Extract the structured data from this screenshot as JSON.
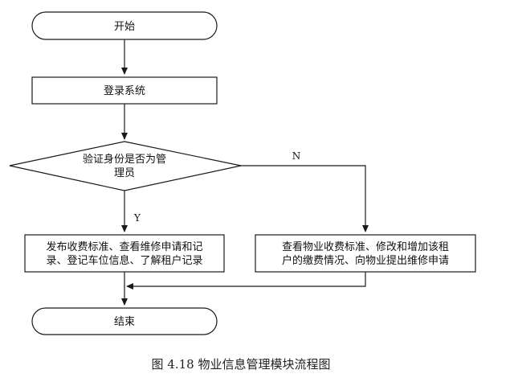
{
  "nodes": {
    "start": "开始",
    "login": "登录系统",
    "decision_line1": "验证身份是否为管",
    "decision_line2": "理员",
    "yes_action_line1": "发布收费标准、查看维修申请和记",
    "yes_action_line2": "录、登记车位信息、了解租户记录",
    "no_action_line1": "查看物业收费标准、修改和增加该租",
    "no_action_line2": "户的缴费情况、向物业提出维修申请",
    "end": "结束"
  },
  "edges": {
    "no_label": "N",
    "yes_label": "Y"
  },
  "caption": "图 4.18 物业信息管理模块流程图"
}
